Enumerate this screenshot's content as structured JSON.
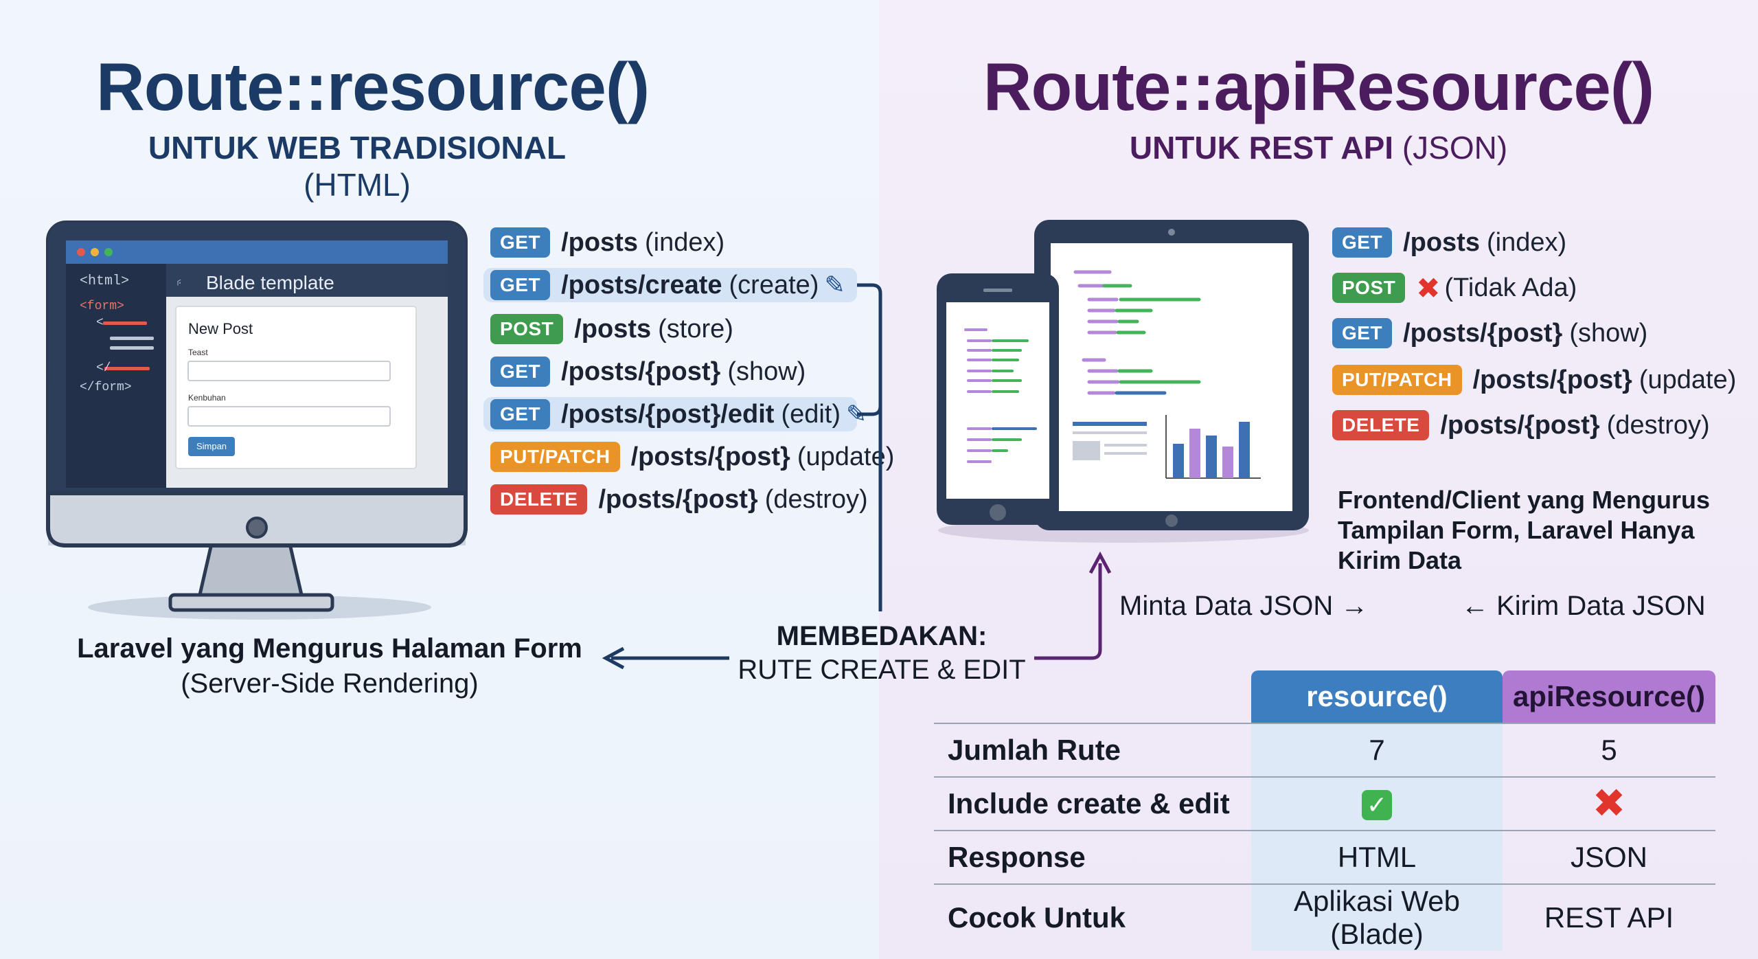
{
  "left": {
    "title": "Route::resource()",
    "subtitle_bold": "UNTUK WEB TRADISIONAL",
    "subtitle_rest": "(HTML)",
    "routes": [
      {
        "method": "GET",
        "path": "/posts",
        "action": "(index)"
      },
      {
        "method": "GET",
        "path": "/posts/create",
        "action": "(create)"
      },
      {
        "method": "POST",
        "path": "/posts",
        "action": "(store)"
      },
      {
        "method": "GET",
        "path": "/posts/{post}",
        "action": "(show)"
      },
      {
        "method": "GET",
        "path": "/posts/{post}/edit",
        "action": "(edit)"
      },
      {
        "method": "PUT/PATCH",
        "path": "/posts/{post}",
        "action": "(update)"
      },
      {
        "method": "DELETE",
        "path": "/posts/{post}",
        "action": "(destroy)"
      }
    ],
    "caption_bold": "Laravel yang Mengurus Halaman Form",
    "caption_rest": "(Server-Side Rendering)",
    "monitor": {
      "editor_tab": "Blade template",
      "code_lines": [
        "<html>",
        "<form>",
        "<",
        "</",
        "</form>"
      ],
      "form_title": "New Post",
      "field1_label": "Teast",
      "field2_label": "Kenbuhan",
      "button": "Simpan"
    }
  },
  "right": {
    "title": "Route::apiResource()",
    "subtitle_bold": "UNTUK REST API",
    "subtitle_rest": "(JSON)",
    "routes": [
      {
        "method": "GET",
        "path": "/posts",
        "action": "(index)"
      },
      {
        "method": "POST",
        "path": "",
        "action": "(Tidak Ada)"
      },
      {
        "method": "GET",
        "path": "/posts/{post}",
        "action": "(show)"
      },
      {
        "method": "PUT/PATCH",
        "path": "/posts/{post}",
        "action": "(update)"
      },
      {
        "method": "DELETE",
        "path": "/posts/{post}",
        "action": "(destroy)"
      }
    ],
    "note_line1": "Frontend/Client yang Mengurus",
    "note_line2": "Tampilan Form, Laravel Hanya",
    "note_line3": "Kirim Data",
    "request_label": "Minta Data JSON →",
    "response_label": "← Kirim Data JSON"
  },
  "center": {
    "line1": "MEMBEDAKAN:",
    "line2": "RUTE CREATE & EDIT"
  },
  "table": {
    "header_resource": "resource()",
    "header_api": "apiResource()",
    "rows": [
      {
        "label": "Jumlah Rute",
        "resource": "7",
        "api": "5"
      },
      {
        "label": "Include create & edit",
        "resource": "✓",
        "api": "✖"
      },
      {
        "label": "Response",
        "resource": "HTML",
        "api": "JSON"
      },
      {
        "label": "Cocok Untuk",
        "resource": "Aplikasi Web (Blade)",
        "api": "REST API"
      }
    ]
  },
  "colors": {
    "left_title": "#1b3b66",
    "right_title": "#4b1d5e",
    "get": "#3d7fbd",
    "post": "#3f9c4f",
    "put": "#ea9326",
    "delete": "#d84a3d",
    "connector_left": "#1d3a63",
    "connector_right": "#5a2470"
  }
}
